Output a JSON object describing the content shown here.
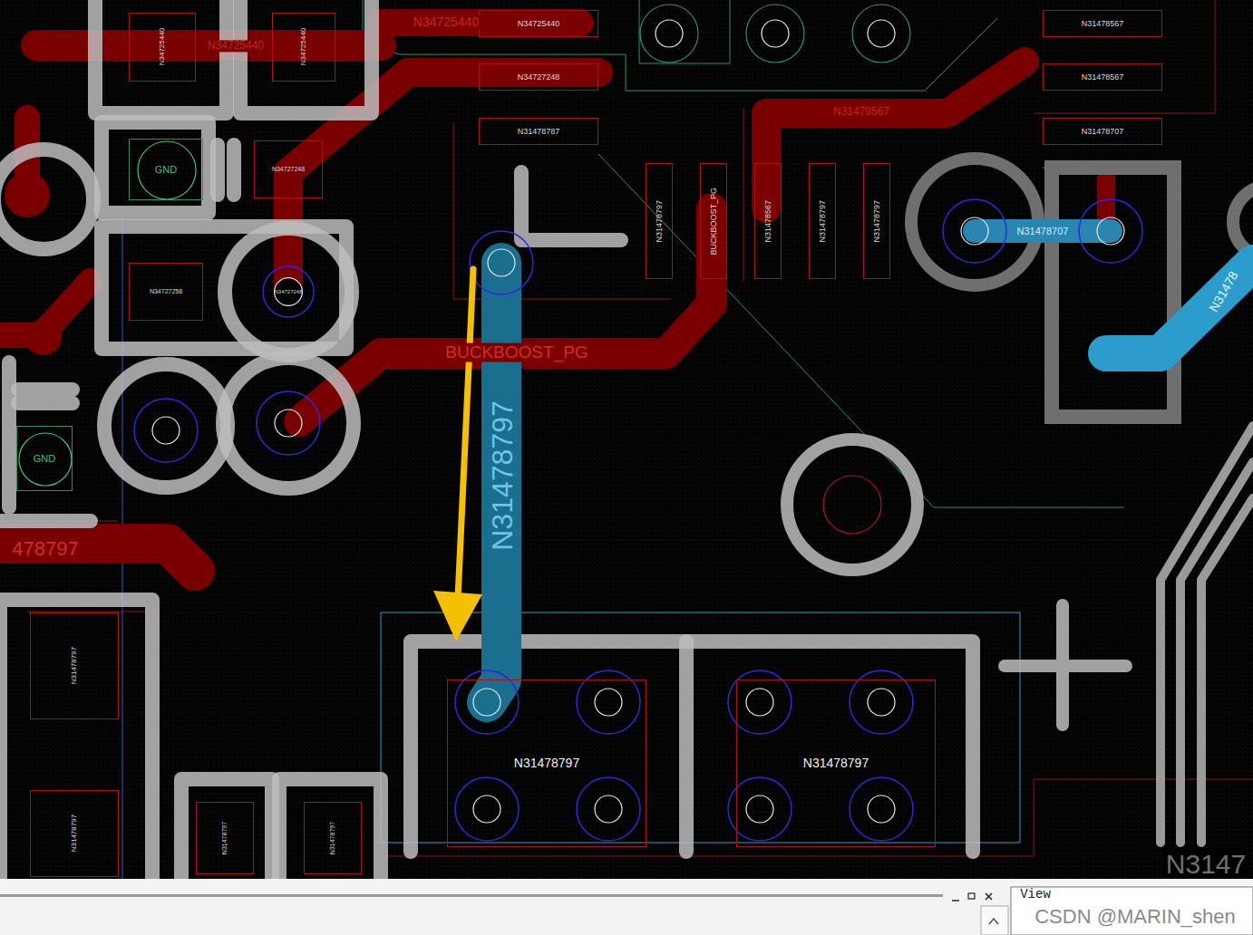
{
  "diagram": {
    "nodes": [
      {
        "text": [
          "N34725440"
        ]
      },
      {
        "text": [
          "N34725440"
        ]
      },
      {
        "text": [
          "N34725440"
        ]
      },
      {
        "text": [
          "N31478567"
        ]
      },
      {
        "text": [
          "N34727248"
        ]
      },
      {
        "text": [
          "N31478567"
        ]
      },
      {
        "text": [
          "N31478787"
        ]
      },
      {
        "text": [
          "N31478707"
        ]
      },
      {
        "text": [
          "GND"
        ]
      },
      {
        "text": [
          "N34727248"
        ]
      },
      {
        "text": [
          "N31478797"
        ]
      },
      {
        "text": [
          "BUCKBOOST_PG"
        ]
      },
      {
        "text": [
          "N31478567"
        ]
      },
      {
        "text": [
          "N31478797"
        ]
      },
      {
        "text": [
          "N31478797"
        ]
      },
      {
        "text": [
          "N34727258"
        ]
      },
      {
        "text": [
          "N34727248"
        ]
      },
      {
        "text": [
          "GND"
        ]
      },
      {
        "text": [
          "N31478797"
        ]
      },
      {
        "text": [
          "N31478797"
        ]
      },
      {
        "text": [
          "N31478797"
        ]
      },
      {
        "text": [
          "N31478797"
        ]
      },
      {
        "text": [
          "N31478797"
        ]
      },
      {
        "text": [
          "N31478797"
        ]
      }
    ],
    "labels": [
      "N34725440",
      "N34725440",
      "N31479567",
      "BUCKBOOST_PG",
      "N31478797",
      "N31478707",
      "N31478",
      "478797",
      "N3147",
      "View",
      "CSDN @MARIN_shen"
    ]
  }
}
